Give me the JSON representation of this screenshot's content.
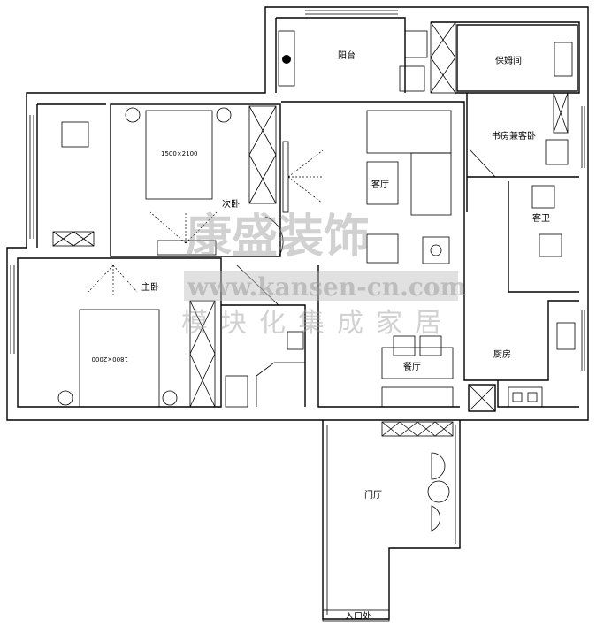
{
  "rooms": {
    "balcony": "阳台",
    "nanny_room": "保姆间",
    "study_guest": "书房兼客卧",
    "living_room": "客厅",
    "second_bedroom": "次卧",
    "master_bedroom": "主卧",
    "guest_bath": "客卫",
    "dining_room": "餐厅",
    "kitchen": "厨房",
    "foyer": "门厅",
    "entrance": "入口处"
  },
  "furniture": {
    "second_bed_size": "1500×2100",
    "master_bed_size": "1800×2000"
  },
  "watermark": {
    "brand": "康盛装饰",
    "url": "www.kansen-cn.com",
    "slogan": "模块化集成家居"
  }
}
